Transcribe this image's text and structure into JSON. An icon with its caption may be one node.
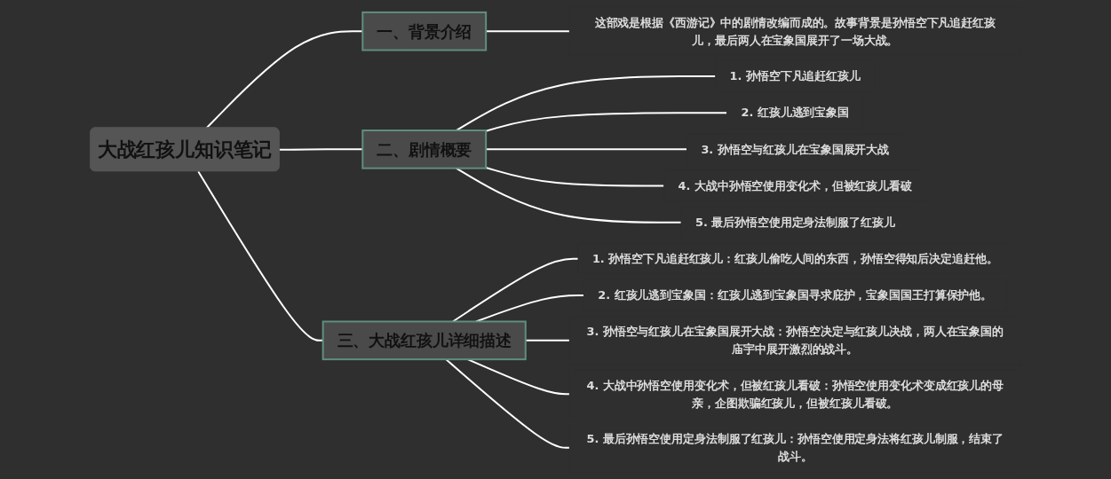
{
  "diagram": {
    "nodes": [
      {
        "text": [
          "大战红孩儿知识笔记"
        ]
      },
      {
        "text": [
          "一、背景介绍"
        ]
      },
      {
        "text": [
          "这部戏是根据《西游记》中的剧情改编而成的。故事背景是孙悟空下凡追赶红孩儿，最后两人在宝象国展开了一场大战。"
        ]
      },
      {
        "text": [
          "二、剧情概要"
        ]
      },
      {
        "text": [
          "1. 孙悟空下凡追赶红孩儿"
        ]
      },
      {
        "text": [
          "2. 红孩儿逃到宝象国"
        ]
      },
      {
        "text": [
          "3. 孙悟空与红孩儿在宝象国展开大战"
        ]
      },
      {
        "text": [
          "4. 大战中孙悟空使用变化术，但被红孩儿看破"
        ]
      },
      {
        "text": [
          "5. 最后孙悟空使用定身法制服了红孩儿"
        ]
      },
      {
        "text": [
          "三、大战红孩儿详细描述"
        ]
      },
      {
        "text": [
          "1. 孙悟空下凡追赶红孩儿：红孩儿偷吃人间的东西，孙悟空得知后决定追赶他。"
        ]
      },
      {
        "text": [
          "2. 红孩儿逃到宝象国：红孩儿逃到宝象国寻求庇护，宝象国国王打算保护他。"
        ]
      },
      {
        "text": [
          "3. 孙悟空与红孩儿在宝象国展开大战：孙悟空决定与红孩儿决战，两人在宝象国的庙宇中展开激烈的战斗。"
        ]
      },
      {
        "text": [
          "4. 大战中孙悟空使用变化术，但被红孩儿看破：孙悟空使用变化术变成红孩儿的母亲，企图欺骗红孩儿，但被红孩儿看破。"
        ]
      },
      {
        "text": [
          "5. 最后孙悟空使用定身法制服了红孩儿：孙悟空使用定身法将红孩儿制服，结束了战斗。"
        ]
      }
    ],
    "edges": [
      {
        "from": 0,
        "to": 1,
        "arrow": "none"
      },
      {
        "from": 1,
        "to": 2,
        "arrow": "none"
      },
      {
        "from": 0,
        "to": 3,
        "arrow": "none"
      },
      {
        "from": 3,
        "to": 4,
        "arrow": "none"
      },
      {
        "from": 3,
        "to": 5,
        "arrow": "none"
      },
      {
        "from": 3,
        "to": 6,
        "arrow": "none"
      },
      {
        "from": 3,
        "to": 7,
        "arrow": "none"
      },
      {
        "from": 3,
        "to": 8,
        "arrow": "none"
      },
      {
        "from": 0,
        "to": 9,
        "arrow": "none"
      },
      {
        "from": 9,
        "to": 10,
        "arrow": "none"
      },
      {
        "from": 9,
        "to": 11,
        "arrow": "none"
      },
      {
        "from": 9,
        "to": 12,
        "arrow": "none"
      },
      {
        "from": 9,
        "to": 13,
        "arrow": "none"
      },
      {
        "from": 9,
        "to": 14,
        "arrow": "none"
      }
    ]
  }
}
